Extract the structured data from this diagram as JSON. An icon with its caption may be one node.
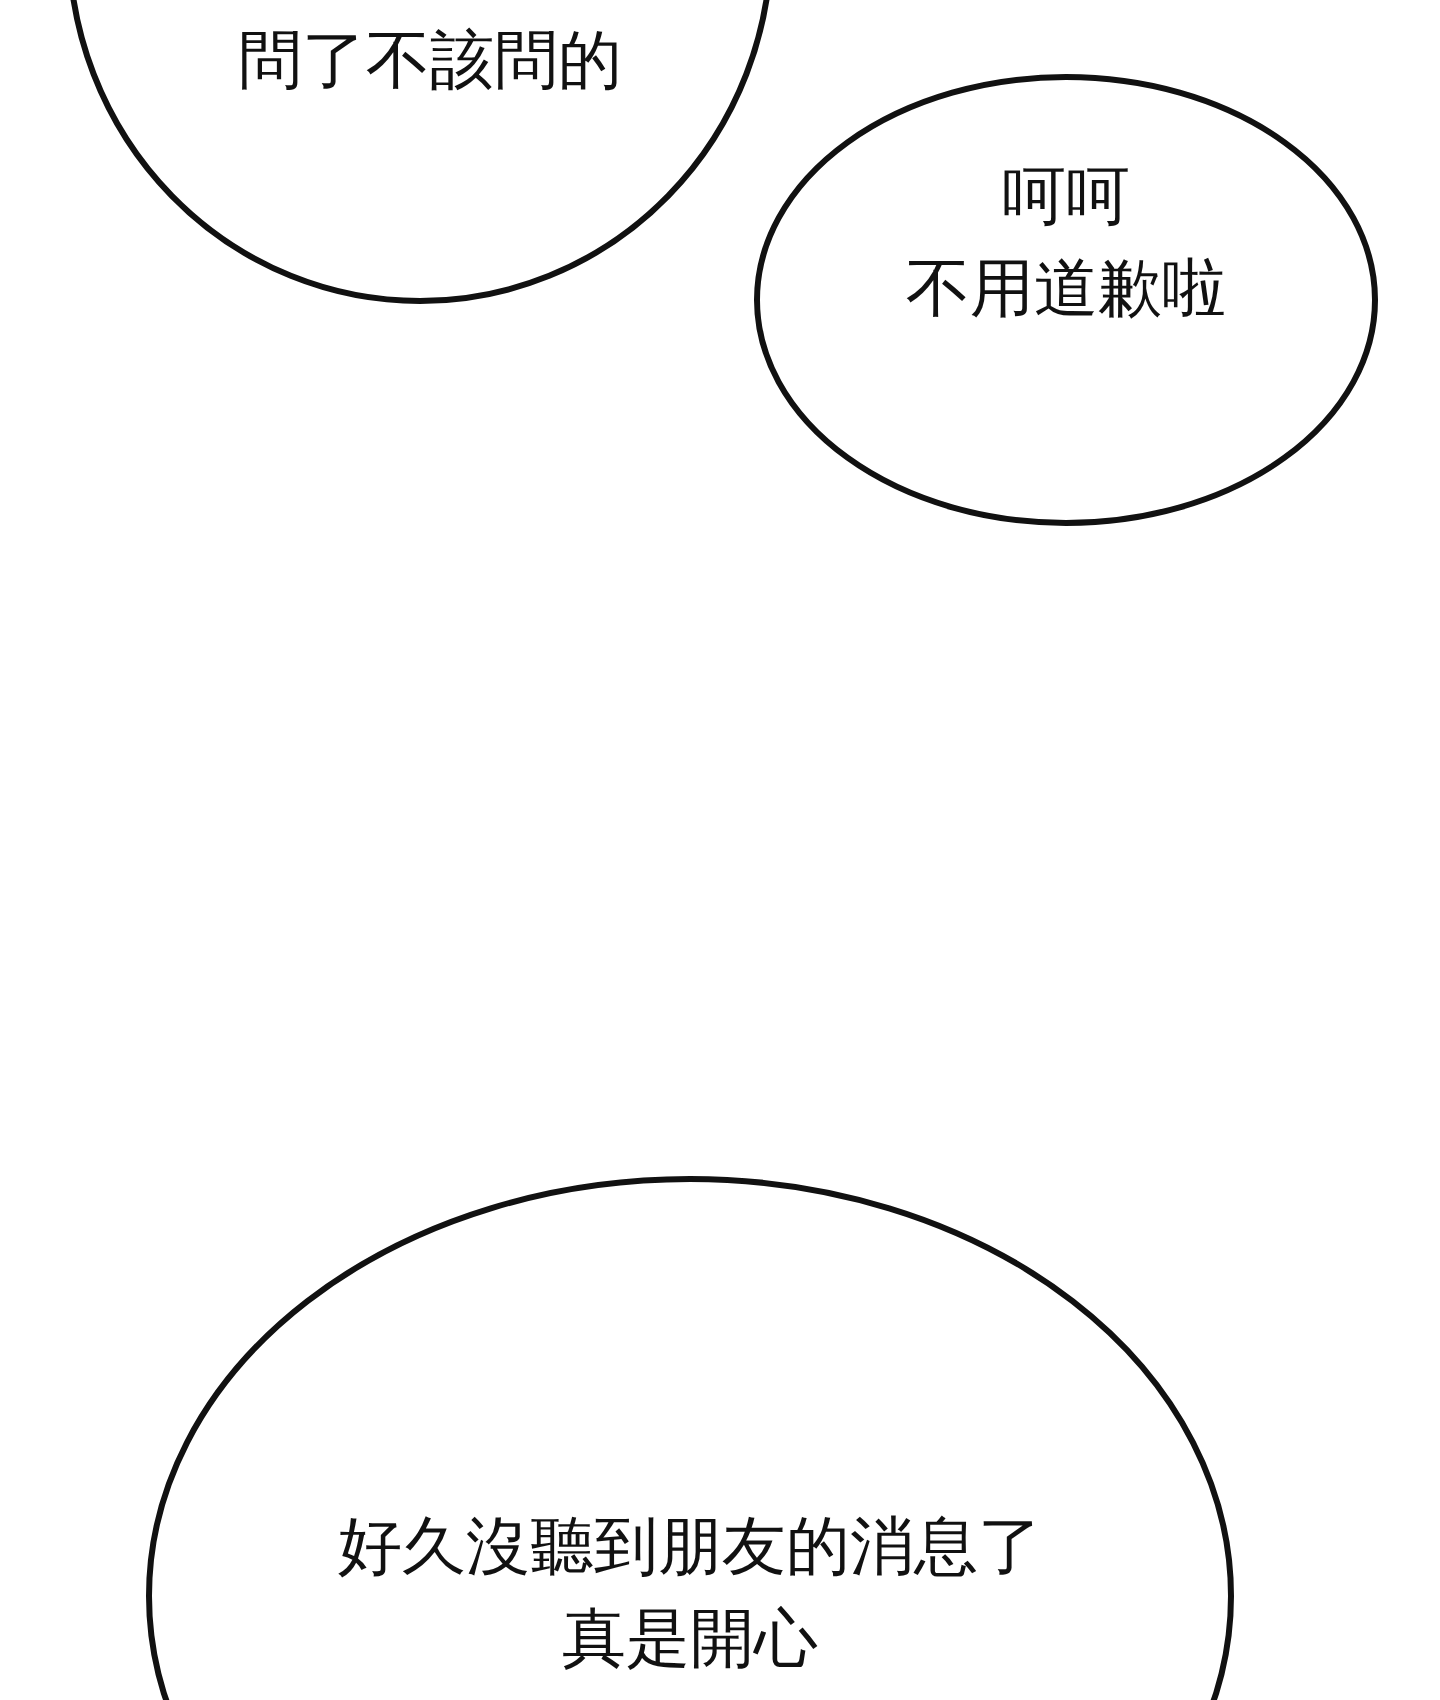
{
  "diagram": {
    "nodes": [
      {
        "text": [
          "問了不該問的"
        ]
      },
      {
        "text": [
          "呵呵",
          "不用道歉啦"
        ]
      },
      {
        "text": [
          "好久沒聽到朋友的消息了",
          "真是開心"
        ]
      }
    ]
  }
}
